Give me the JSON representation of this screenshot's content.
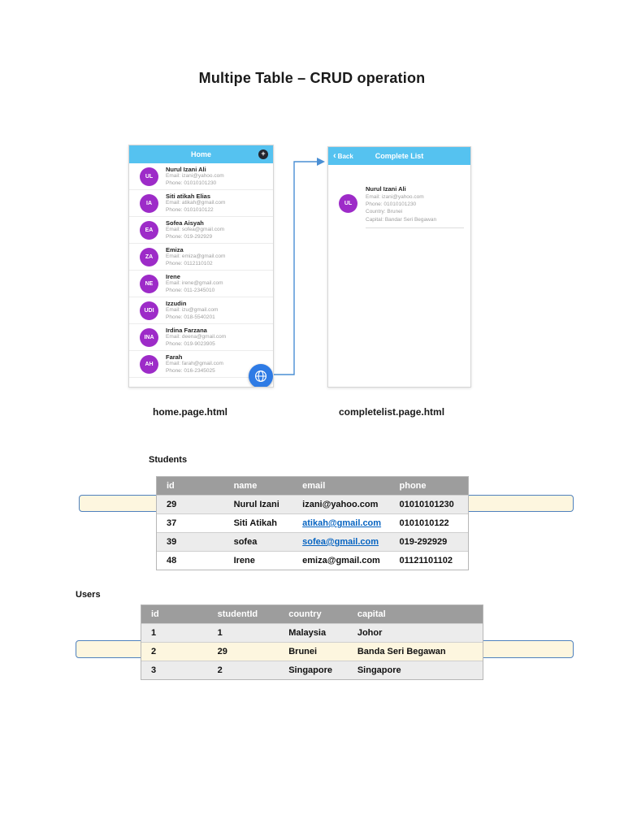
{
  "page": {
    "title": "Multipe Table – CRUD operation"
  },
  "home_mockup": {
    "caption": "home.page.html",
    "header": {
      "title": "Home",
      "add_icon": "+"
    },
    "contacts": [
      {
        "initials": "UL",
        "name": "Nurul Izani Ali",
        "email": "Email: izani@yahoo.com",
        "phone": "Phone: 01010101230"
      },
      {
        "initials": "IA",
        "name": "Siti atikah Elias",
        "email": "Email: atikah@gmail.com",
        "phone": "Phone: 0101010122"
      },
      {
        "initials": "EA",
        "name": "Sofea Aisyah",
        "email": "Email: sofea@gmail.com",
        "phone": "Phone: 019-292929"
      },
      {
        "initials": "ZA",
        "name": "Emiza",
        "email": "Email: emiza@gmail.com",
        "phone": "Phone: 0112110102"
      },
      {
        "initials": "NE",
        "name": "Irene",
        "email": "Email: irene@gmail.com",
        "phone": "Phone: 011-2345010"
      },
      {
        "initials": "UDI",
        "name": "Izzudin",
        "email": "Email: izu@gmail.com",
        "phone": "Phone: 018-5540201"
      },
      {
        "initials": "INA",
        "name": "Irdina Farzana",
        "email": "Email: deena@gmail.com",
        "phone": "Phone: 019-9023905"
      },
      {
        "initials": "AH",
        "name": "Farah",
        "email": "Email: farah@gmail.com",
        "phone": "Phone: 016-2345025"
      }
    ]
  },
  "completelist_mockup": {
    "caption": "completelist.page.html",
    "header": {
      "back_chevron": "‹",
      "back_label": "Back",
      "title": "Complete List"
    },
    "detail": {
      "initials": "UL",
      "name": "Nurul Izani Ali",
      "line1": "Email: izani@yahoo.com",
      "line2": "Phone: 01010101230",
      "line3": "Country: Brunei",
      "line4": "Capital: Bandar Seri Begawan"
    }
  },
  "students_table": {
    "label": "Students",
    "headers": [
      "id",
      "name",
      "email",
      "phone"
    ],
    "rows": [
      [
        "29",
        "Nurul Izani",
        "izani@yahoo.com",
        "01010101230"
      ],
      [
        "37",
        "Siti Atikah",
        "atikah@gmail.com",
        "0101010122"
      ],
      [
        "39",
        "sofea",
        "sofea@gmail.com",
        "019-292929"
      ],
      [
        "48",
        "Irene",
        "emiza@gmail.com",
        "01121101102"
      ]
    ]
  },
  "users_table": {
    "label": "Users",
    "headers": [
      "id",
      "studentId",
      "country",
      "capital"
    ],
    "rows": [
      [
        "1",
        "1",
        "Malaysia",
        "Johor"
      ],
      [
        "2",
        "29",
        "Brunei",
        "Banda Seri Begawan"
      ],
      [
        "3",
        "2",
        "Singapore",
        "Singapore"
      ]
    ]
  },
  "colors": {
    "header_blue": "#55c2f0",
    "avatar_purple": "#9d2bc8",
    "fab_blue": "#2e7be5",
    "connector_blue": "#4a8fd4",
    "table_header_gray": "#9d9d9d",
    "row_gray": "#ececec",
    "highlight_cream": "#fdf6df",
    "highlight_border": "#4f81bd",
    "link_blue": "#0563c1"
  }
}
